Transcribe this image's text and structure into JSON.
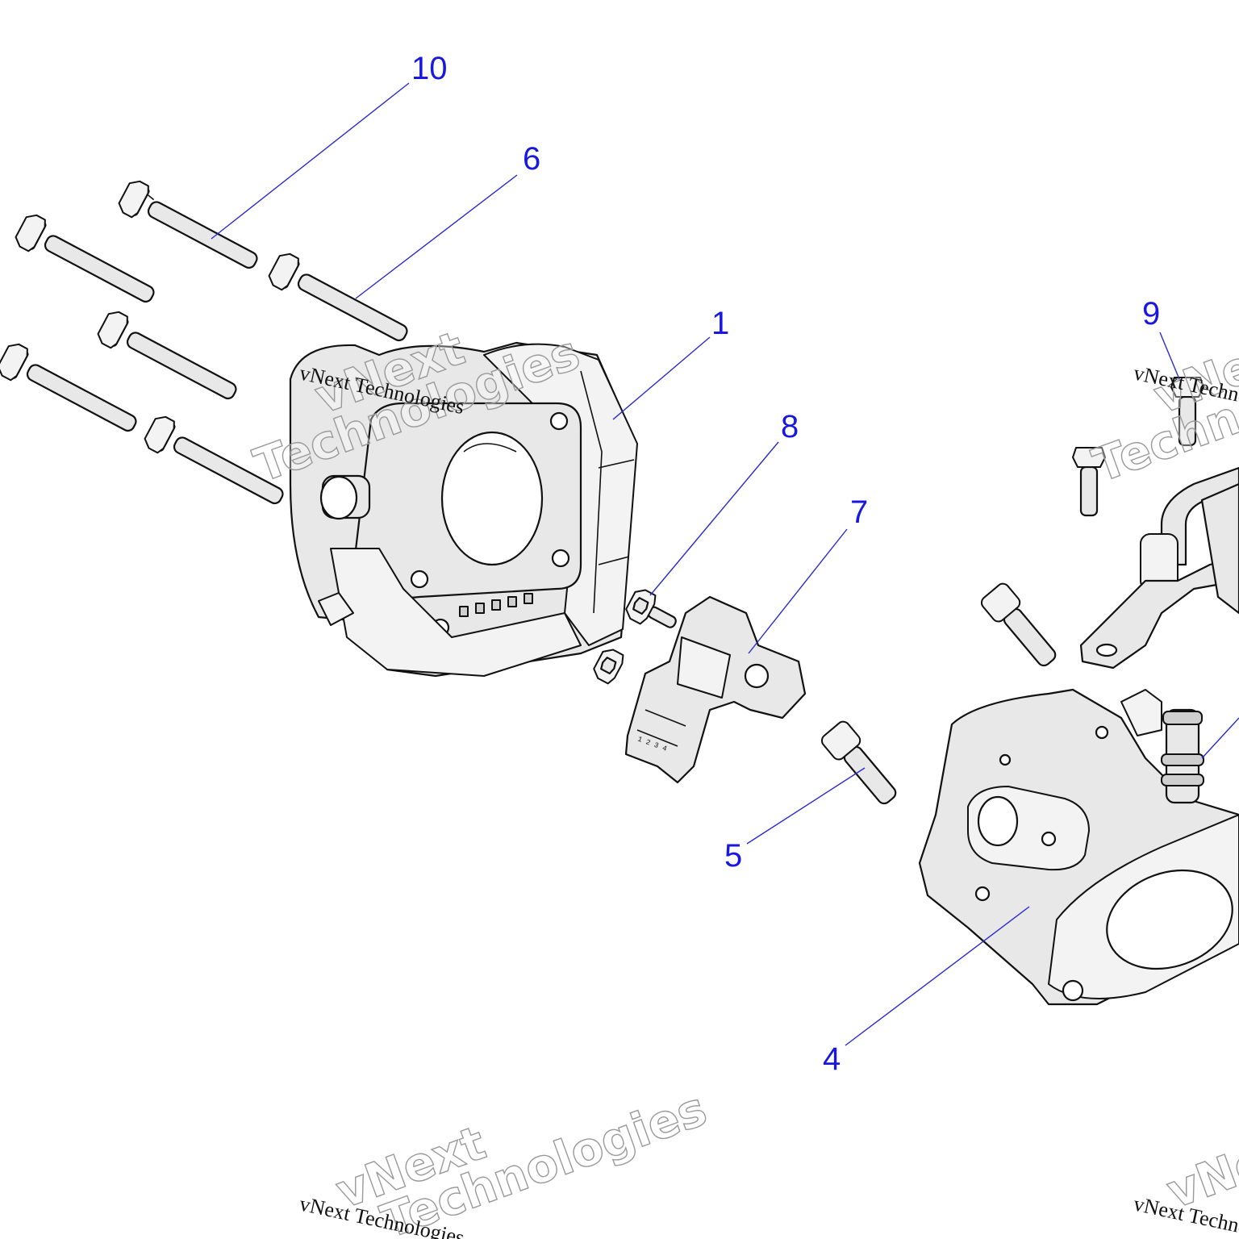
{
  "callouts": [
    {
      "id": "10",
      "label": "10"
    },
    {
      "id": "6",
      "label": "6"
    },
    {
      "id": "1",
      "label": "1"
    },
    {
      "id": "8",
      "label": "8"
    },
    {
      "id": "7",
      "label": "7"
    },
    {
      "id": "9",
      "label": "9"
    },
    {
      "id": "5",
      "label": "5"
    },
    {
      "id": "4",
      "label": "4"
    }
  ],
  "watermarks": {
    "brand_line": "vNext Technologies",
    "brand_word_1": "vNext",
    "brand_word_2": "Technologies"
  },
  "colors": {
    "callout_text": "#1818e0",
    "leader_line": "#2a2ad0",
    "part_fill": "#e8e8e8",
    "outline": "#111111"
  }
}
